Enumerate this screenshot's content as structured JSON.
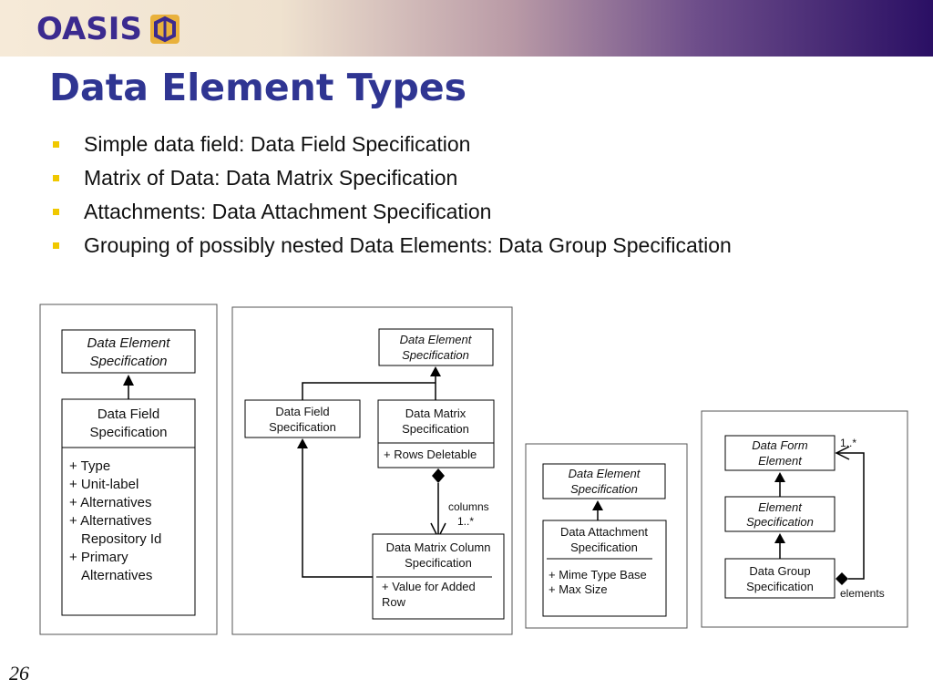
{
  "header": {
    "logo_text": "OASIS"
  },
  "slide": {
    "title": "Data Element Types",
    "bullets": [
      "Simple data field: Data Field Specification",
      "Matrix of Data: Data Matrix Specification",
      "Attachments: Data Attachment Specification",
      "Grouping of possibly nested Data Elements: Data Group Specification"
    ],
    "page_number": "26"
  },
  "diagrams": {
    "field": {
      "parent": [
        "Data Element",
        "Specification"
      ],
      "child": [
        "Data Field",
        "Specification"
      ],
      "attributes": [
        "+ Type",
        "+ Unit-label",
        "+ Alternatives",
        "+ Alternatives",
        "Repository Id",
        "+ Primary",
        "Alternatives"
      ]
    },
    "matrix": {
      "parent": [
        "Data Element",
        "Specification"
      ],
      "field": [
        "Data Field",
        "Specification"
      ],
      "matrix": [
        "Data Matrix",
        "Specification"
      ],
      "matrix_attr": "+ Rows Deletable",
      "role": "columns",
      "multiplicity": "1..*",
      "column": [
        "Data Matrix Column",
        "Specification"
      ],
      "column_attrs": [
        "+ Value for Added",
        "Row"
      ]
    },
    "attachment": {
      "parent": [
        "Data Element",
        "Specification"
      ],
      "child": [
        "Data Attachment",
        "Specification"
      ],
      "attrs": [
        "+ Mime Type Base",
        "+ Max Size"
      ]
    },
    "group": {
      "form": [
        "Data Form",
        "Element"
      ],
      "element": [
        "Element",
        "Specification"
      ],
      "group": [
        "Data Group",
        "Specification"
      ],
      "multiplicity": "1..*",
      "role": "elements"
    }
  }
}
